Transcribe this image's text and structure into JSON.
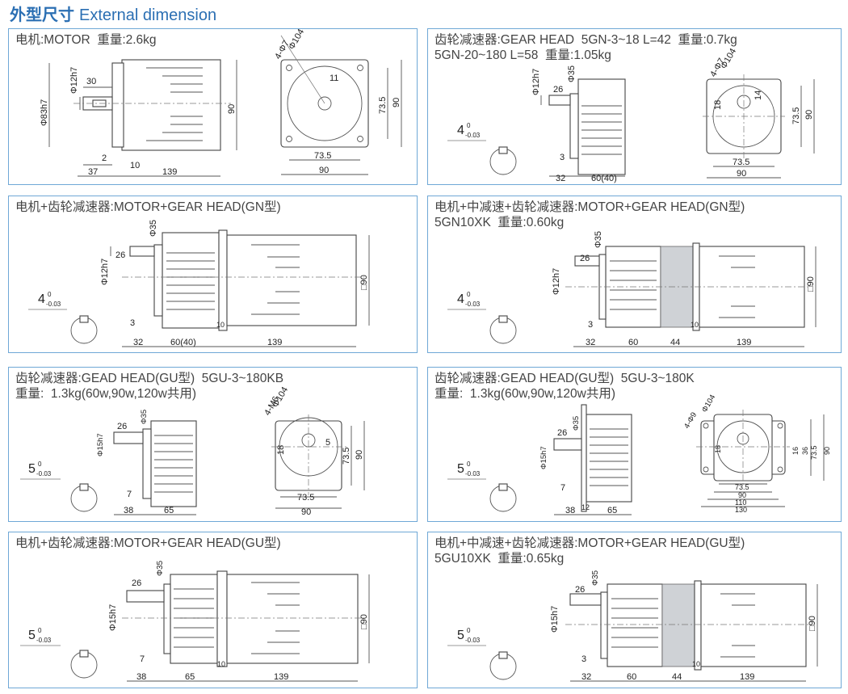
{
  "title": {
    "cn": "外型尺寸",
    "en": "External dimension"
  },
  "panels": {
    "p1": {
      "text": "电机:MOTOR  重量:2.6kg",
      "dims": {
        "shaft": "Φ12h7",
        "key": "30",
        "dia": "Φ83h7",
        "d2": "2",
        "d37": "37",
        "d10": "10",
        "len": "139",
        "h90": "90",
        "pcd": "Φ104",
        "holes": "4-Φ7",
        "d11": "11",
        "d735v": "73.5",
        "d90v": "90",
        "d735h": "73.5",
        "d90h": "90"
      }
    },
    "p2": {
      "text": "齿轮减速器:GEAR HEAD  5GN-3~18 L=42  重量:0.7kg\n5GN-20~180 L=58  重量:1.05kg",
      "dims": {
        "shaft": "Φ12h7",
        "key": "26",
        "flange": "Φ35",
        "tol": "4",
        "tol_sup": "0",
        "tol_sub": "-0.03",
        "d3": "3",
        "d32": "32",
        "d60": "60(40)",
        "pcd": "Φ104",
        "holes": "4-Φ7",
        "d18": "18",
        "d14": "14",
        "d735v": "73.5",
        "d90v": "90",
        "d735h": "73.5",
        "d90h": "90"
      }
    },
    "p3": {
      "text": "电机+齿轮减速器:MOTOR+GEAR HEAD(GN型)",
      "dims": {
        "shaft": "Φ12h7",
        "key": "26",
        "flange": "Φ35",
        "tol": "4",
        "tol_sup": "0",
        "tol_sub": "-0.03",
        "d3": "3",
        "d10": "10",
        "d32": "32",
        "d60": "60(40)",
        "d139": "139",
        "sq": "□90"
      }
    },
    "p4": {
      "text": "电机+中减速+齿轮减速器:MOTOR+GEAR HEAD(GN型)\n5GN10XK  重量:0.60kg",
      "dims": {
        "shaft": "Φ12h7",
        "key": "26",
        "flange": "Φ35",
        "tol": "4",
        "tol_sup": "0",
        "tol_sub": "-0.03",
        "d3": "3",
        "d10": "10",
        "d32": "32",
        "d60": "60",
        "d44": "44",
        "d139": "139",
        "sq": "□90"
      }
    },
    "p5": {
      "text": "齿轮减速器:GEAD HEAD(GU型)  5GU-3~180KB\n重量:  1.3kg(60w,90w,120w共用)",
      "dims": {
        "shaft": "Φ15h7",
        "key": "26",
        "flange": "Φ35",
        "tol": "5",
        "tol_sup": "0",
        "tol_sub": "-0.03",
        "d7": "7",
        "d38": "38",
        "d65": "65",
        "pcd": "Φ104",
        "holes": "4-M6",
        "d18": "18",
        "d5": "5",
        "d735v": "73.5",
        "d90v": "90",
        "d735h": "73.5",
        "d90h": "90"
      }
    },
    "p6": {
      "text": "齿轮减速器:GEAD HEAD(GU型)  5GU-3~180K\n重量:  1.3kg(60w,90w,120w共用)",
      "dims": {
        "shaft": "Φ15h7",
        "key": "26",
        "flange": "Φ35",
        "tol": "5",
        "tol_sup": "0",
        "tol_sub": "-0.03",
        "d7": "7",
        "d12": "12",
        "d38": "38",
        "d65": "65",
        "pcd": "Φ104",
        "holes": "4-Φ9",
        "d18": "18",
        "d16": "16",
        "d36": "36",
        "d735v": "73.5",
        "d90v": "90",
        "d735h": "73.5",
        "d90h": "90",
        "d110": "110",
        "d130": "130"
      }
    },
    "p7": {
      "text": "电机+齿轮减速器:MOTOR+GEAR HEAD(GU型)",
      "dims": {
        "shaft": "Φ15h7",
        "key": "26",
        "flange": "Φ35",
        "tol": "5",
        "tol_sup": "0",
        "tol_sub": "-0.03",
        "d7": "7",
        "d10": "10",
        "d38": "38",
        "d65": "65",
        "d139": "139",
        "sq": "□90"
      }
    },
    "p8": {
      "text": "电机+中减速+齿轮减速器:MOTOR+GEAR HEAD(GU型)\n5GU10XK  重量:0.65kg",
      "dims": {
        "shaft": "Φ15h7",
        "key": "26",
        "flange": "Φ35",
        "tol": "5",
        "tol_sup": "0",
        "tol_sub": "-0.03",
        "d3": "3",
        "d10": "10",
        "d32": "32",
        "d60": "60",
        "d44": "44",
        "d139": "139",
        "sq": "□90"
      }
    }
  },
  "colors": {
    "title": "#2b6fb3",
    "border": "#6fa8d6",
    "gray_block": "#cfd2d6"
  }
}
